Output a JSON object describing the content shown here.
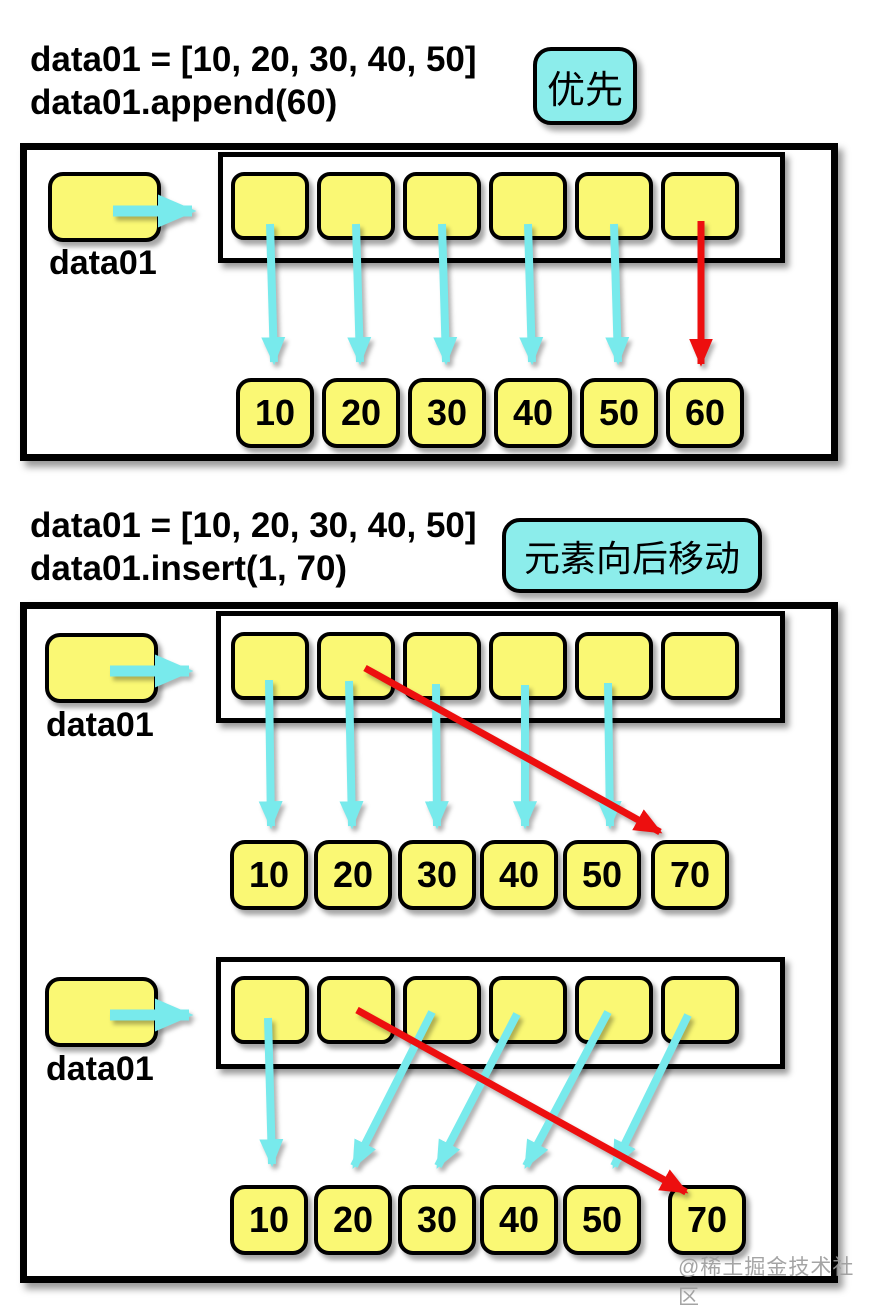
{
  "append_section": {
    "code_line1": "data01 = [10, 20, 30, 40, 50]",
    "code_line2": "data01.append(60)",
    "badge_label": "优先",
    "var_label": "data01",
    "values": [
      "10",
      "20",
      "30",
      "40",
      "50",
      "60"
    ]
  },
  "insert_section": {
    "code_line1": "data01 = [10, 20, 30, 40, 50]",
    "code_line2": "data01.insert(1, 70)",
    "badge_label": "元素向后移动",
    "step1": {
      "var_label": "data01",
      "values": [
        "10",
        "20",
        "30",
        "40",
        "50",
        "70"
      ]
    },
    "step2": {
      "var_label": "data01",
      "values": [
        "10",
        "20",
        "30",
        "40",
        "50",
        "70"
      ]
    }
  },
  "watermark": "@稀土掘金技术社区",
  "colors": {
    "box_yellow": "#FAF874",
    "arrow_cyan": "#78EAEC",
    "badge_cyan": "#8CEDEB",
    "arrow_red": "#ED0F0F",
    "outline_black": "#000000",
    "watermark_gray": "#9B9B9B"
  }
}
